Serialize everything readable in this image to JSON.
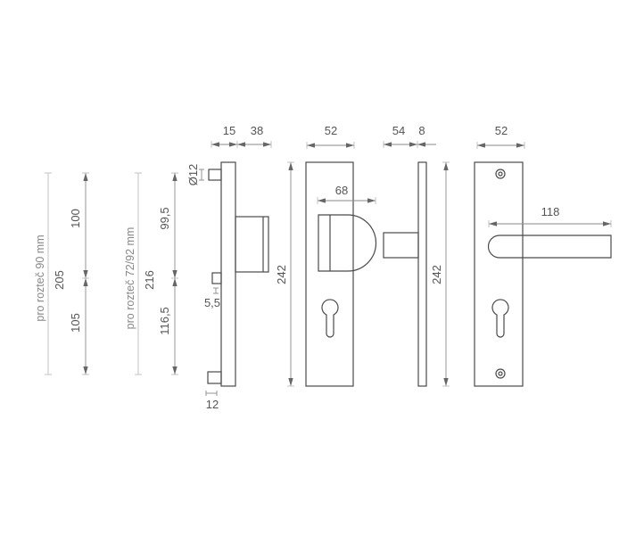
{
  "drawing": {
    "spacing_90": {
      "caption": "pro rozteč 90 mm",
      "total": "205",
      "upper": "100",
      "lower": "105"
    },
    "spacing_72_92": {
      "caption": "pro rozteč 72/92 mm",
      "total": "216",
      "upper": "99,5",
      "lower": "116,5"
    },
    "side_view": {
      "plate_thickness": "15",
      "knob_projection": "38",
      "pin_diameter": "Ø12",
      "pin_height": "5,5",
      "pin_width": "12",
      "height": "242"
    },
    "front_view": {
      "width": "52",
      "knob_width": "68"
    },
    "side_view_2": {
      "lever_projection": "54",
      "plate_thickness": "8",
      "height": "242"
    },
    "back_view": {
      "width": "52",
      "lever_length": "118"
    }
  }
}
